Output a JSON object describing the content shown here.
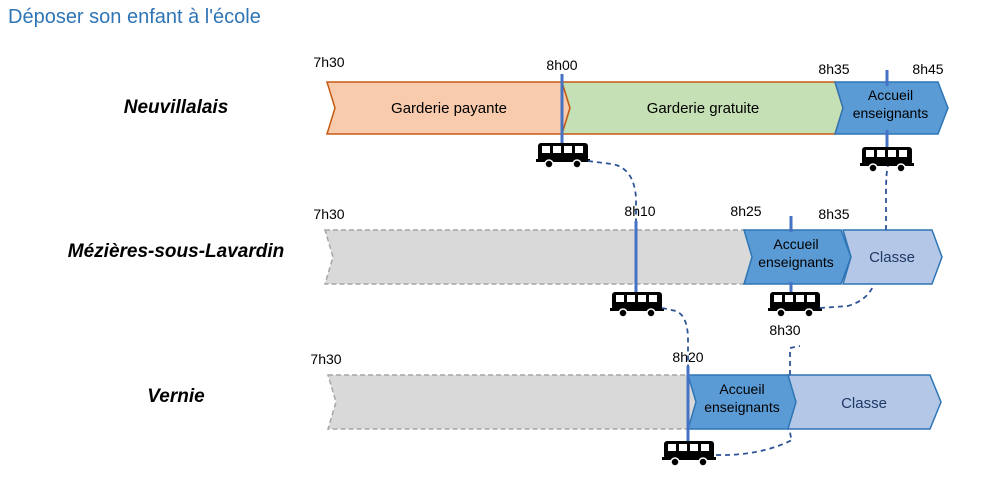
{
  "title": "Déposer son enfant à l'école",
  "colors": {
    "title": "#2e75b6",
    "garderie_payante_fill": "#f8cbad",
    "garderie_payante_stroke": "#c55a11",
    "garderie_gratuite_fill": "#c5e0b4",
    "garderie_gratuite_stroke": "#c55a11",
    "accueil_fill": "#5b9bd5",
    "accueil_stroke": "#2e75b6",
    "classe_fill": "#b4c7e7",
    "classe_stroke": "#2e75b6",
    "inactive_fill": "#d9d9d9",
    "inactive_stroke": "#a6a6a6",
    "marker": "#4472c4",
    "route": "#2f5597"
  },
  "icons": [
    "bus-icon"
  ],
  "rows": [
    {
      "town": "Neuvillalais",
      "segments": [
        {
          "label": "Garderie payante"
        },
        {
          "label": "Garderie gratuite"
        },
        {
          "label": "Accueil enseignants"
        }
      ],
      "times": [
        "7h30",
        "8h00",
        "8h35",
        "8h45"
      ]
    },
    {
      "town": "Mézières-sous-Lavardin",
      "segments": [
        {
          "label": ""
        },
        {
          "label": "Accueil enseignants"
        },
        {
          "label": "Classe"
        }
      ],
      "times": [
        "7h30",
        "8h10",
        "8h25",
        "8h35"
      ]
    },
    {
      "town": "Vernie",
      "segments": [
        {
          "label": ""
        },
        {
          "label": "Accueil enseignants"
        },
        {
          "label": "Classe"
        }
      ],
      "times": [
        "7h30",
        "8h20",
        "8h30"
      ]
    }
  ]
}
